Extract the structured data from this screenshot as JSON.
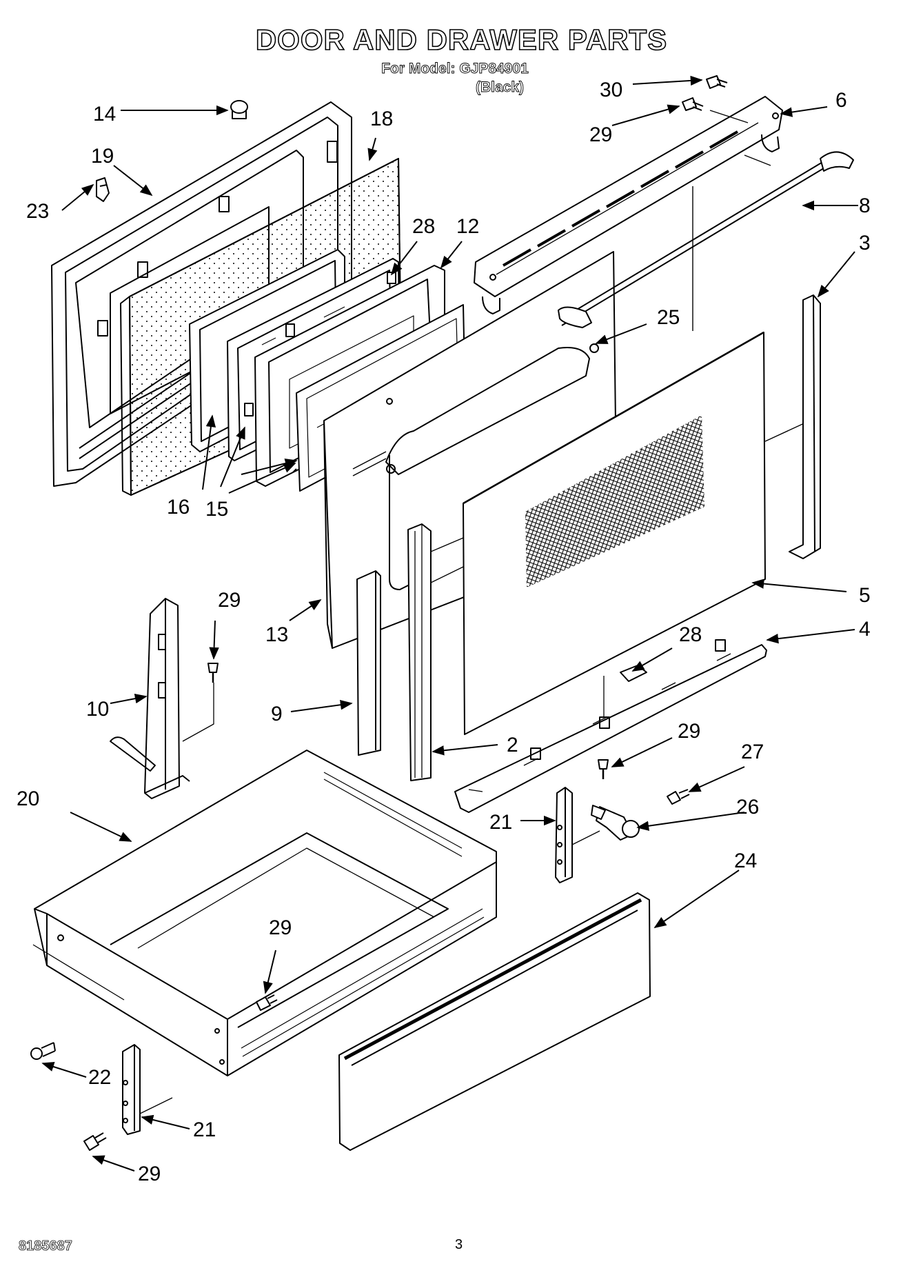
{
  "header": {
    "title": "DOOR AND DRAWER PARTS",
    "model_line": "For Model: GJP84901",
    "color_line": "(Black)"
  },
  "footer": {
    "document_number": "8185687",
    "page_number": "3"
  },
  "callouts": {
    "c2": "2",
    "c3": "3",
    "c4": "4",
    "c5": "5",
    "c6": "6",
    "c8": "8",
    "c9": "9",
    "c10": "10",
    "c12": "12",
    "c13": "13",
    "c14": "14",
    "c15": "15",
    "c16": "16",
    "c18": "18",
    "c19": "19",
    "c20": "20",
    "c21a": "21",
    "c21b": "21",
    "c22": "22",
    "c23": "23",
    "c24": "24",
    "c25": "25",
    "c26": "26",
    "c27": "27",
    "c28a": "28",
    "c28b": "28",
    "c29a": "29",
    "c29b": "29",
    "c29c": "29",
    "c29d": "29",
    "c29e": "29",
    "c30": "30"
  }
}
